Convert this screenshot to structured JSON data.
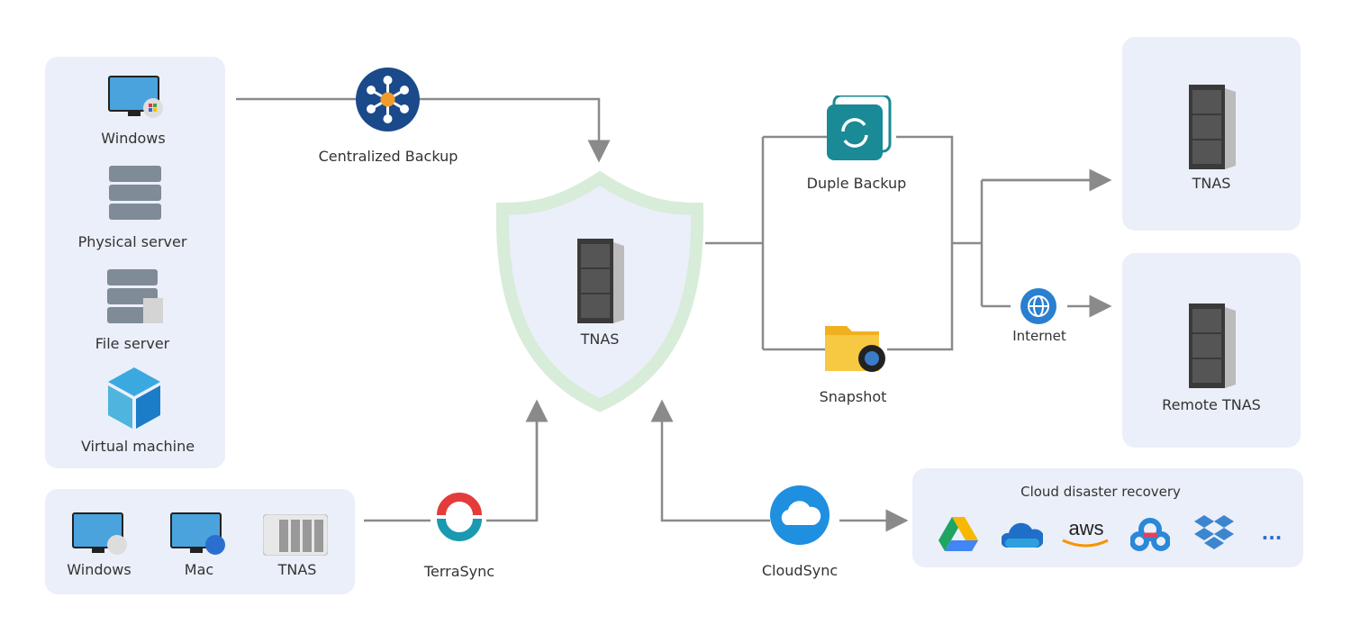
{
  "sources_panel": {
    "items": [
      {
        "label": "Windows",
        "icon": "windows-pc-icon"
      },
      {
        "label": "Physical server",
        "icon": "server-rack-icon"
      },
      {
        "label": "File server",
        "icon": "file-server-icon"
      },
      {
        "label": "Virtual machine",
        "icon": "cube-icon"
      }
    ]
  },
  "sync_panel": {
    "items": [
      {
        "label": "Windows",
        "icon": "windows-pc-icon"
      },
      {
        "label": "Mac",
        "icon": "mac-pc-icon"
      },
      {
        "label": "TNAS",
        "icon": "nas-device-icon"
      }
    ]
  },
  "centralized_backup": {
    "label": "Centralized Backup"
  },
  "center": {
    "label": "TNAS"
  },
  "duple_backup": {
    "label": "Duple Backup"
  },
  "snapshot": {
    "label": "Snapshot"
  },
  "internet": {
    "label": "Internet"
  },
  "tnas_target": {
    "label": "TNAS"
  },
  "remote_tnas": {
    "label": "Remote TNAS"
  },
  "terrasync": {
    "label": "TerraSync"
  },
  "cloudsync": {
    "label": "CloudSync"
  },
  "cloud_panel": {
    "title": "Cloud disaster recovery",
    "providers": [
      "google-drive-icon",
      "onedrive-icon",
      "aws",
      "baidu-cloud-icon",
      "dropbox-icon",
      "..."
    ]
  },
  "colors": {
    "panel": "#ebeff9",
    "line": "#8a8a8a",
    "shield": "#d7ecd9",
    "accent": "#1a4a8a"
  }
}
